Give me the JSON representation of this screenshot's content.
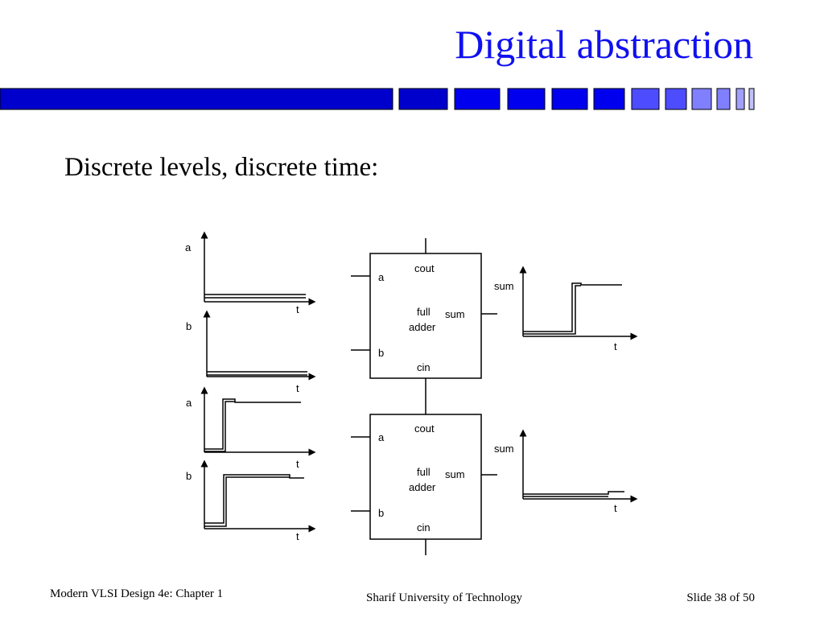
{
  "title": "Digital abstraction",
  "subtitle": "Discrete levels, discrete time:",
  "figure": {
    "waveform_labels": {
      "a": "a",
      "b": "b",
      "t": "t",
      "sum": "sum"
    },
    "adder": {
      "cout": "cout",
      "cin": "cin",
      "in_a": "a",
      "in_b": "b",
      "sum": "sum",
      "name_line1": "full",
      "name_line2": "adder"
    }
  },
  "footer": {
    "left": "Modern VLSI Design 4e: Chapter 1",
    "center": "Sharif University of  Technology",
    "right": "Slide 38 of 50"
  },
  "colors": {
    "title": "#1010f0",
    "bar_dark": "#0000cc",
    "bar_mid": "#0000ee",
    "bar_light": "#4d4dff",
    "bar_lighter": "#8080ff"
  }
}
